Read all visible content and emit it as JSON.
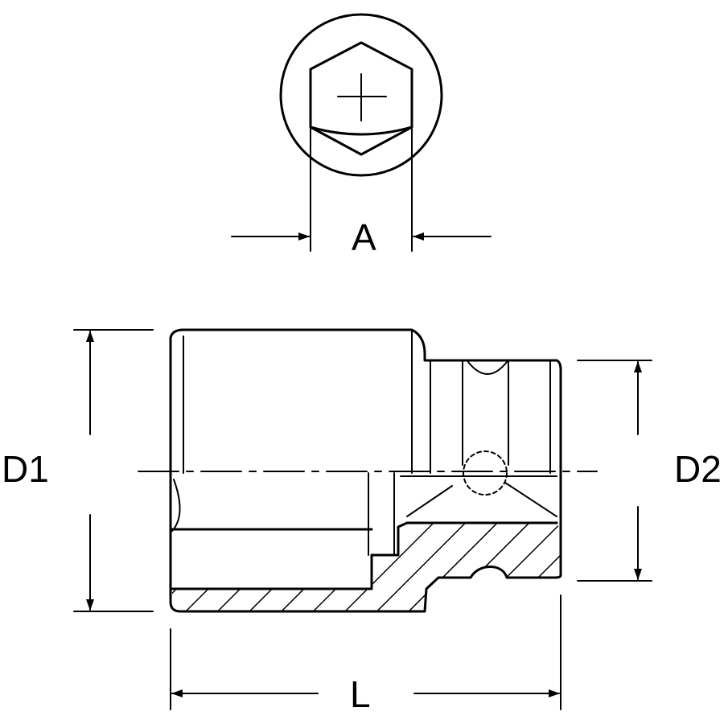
{
  "dimensions": {
    "a": "A",
    "d1": "D1",
    "d2": "D2",
    "l": "L"
  },
  "colors": {
    "line": "#000000",
    "background": "#ffffff"
  }
}
